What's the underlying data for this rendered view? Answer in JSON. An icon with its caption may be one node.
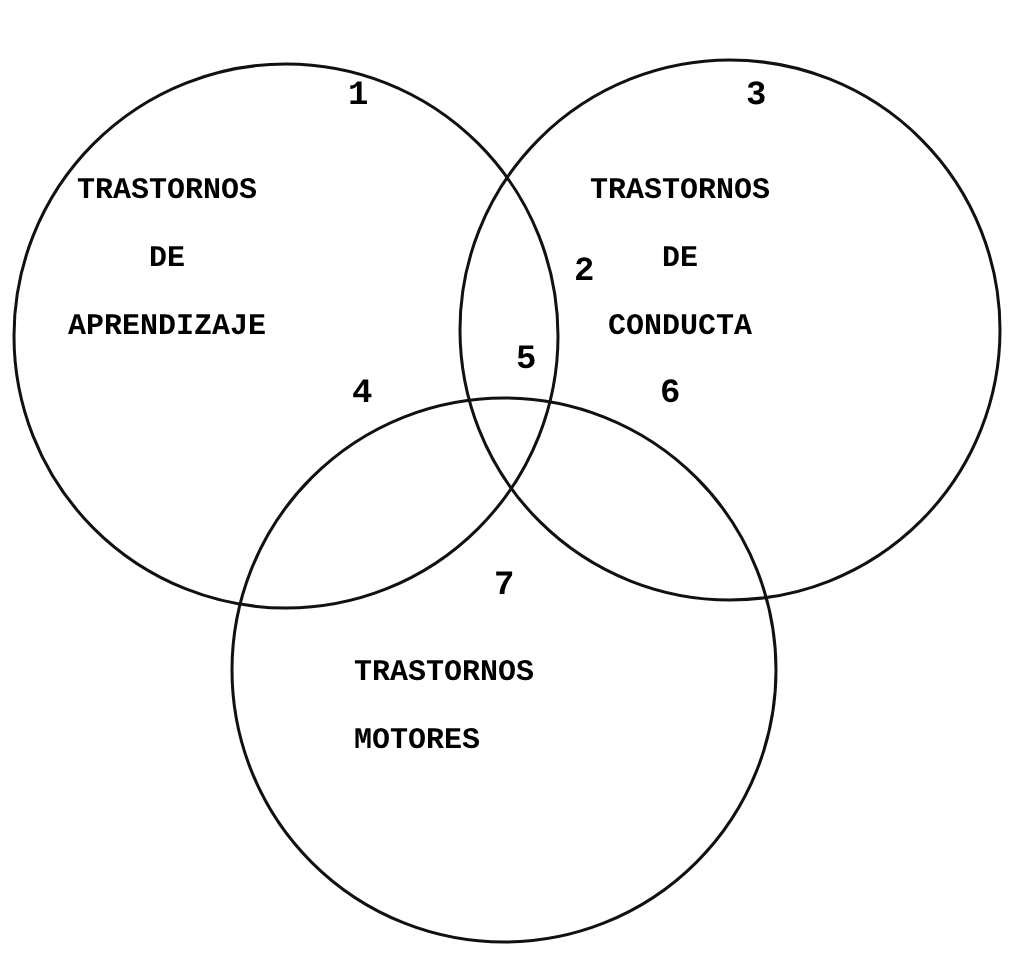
{
  "diagram": {
    "nodes": [
      {
        "text": [
          "1",
          "TRASTORNOS DE APRENDIZAJE"
        ]
      },
      {
        "text": [
          "3",
          "TRASTORNOS DE CONDUCTA"
        ]
      },
      {
        "text": [
          "7",
          "TRASTORNOS MOTORES"
        ]
      }
    ],
    "labels": [
      "2",
      "5",
      "4",
      "6"
    ]
  }
}
